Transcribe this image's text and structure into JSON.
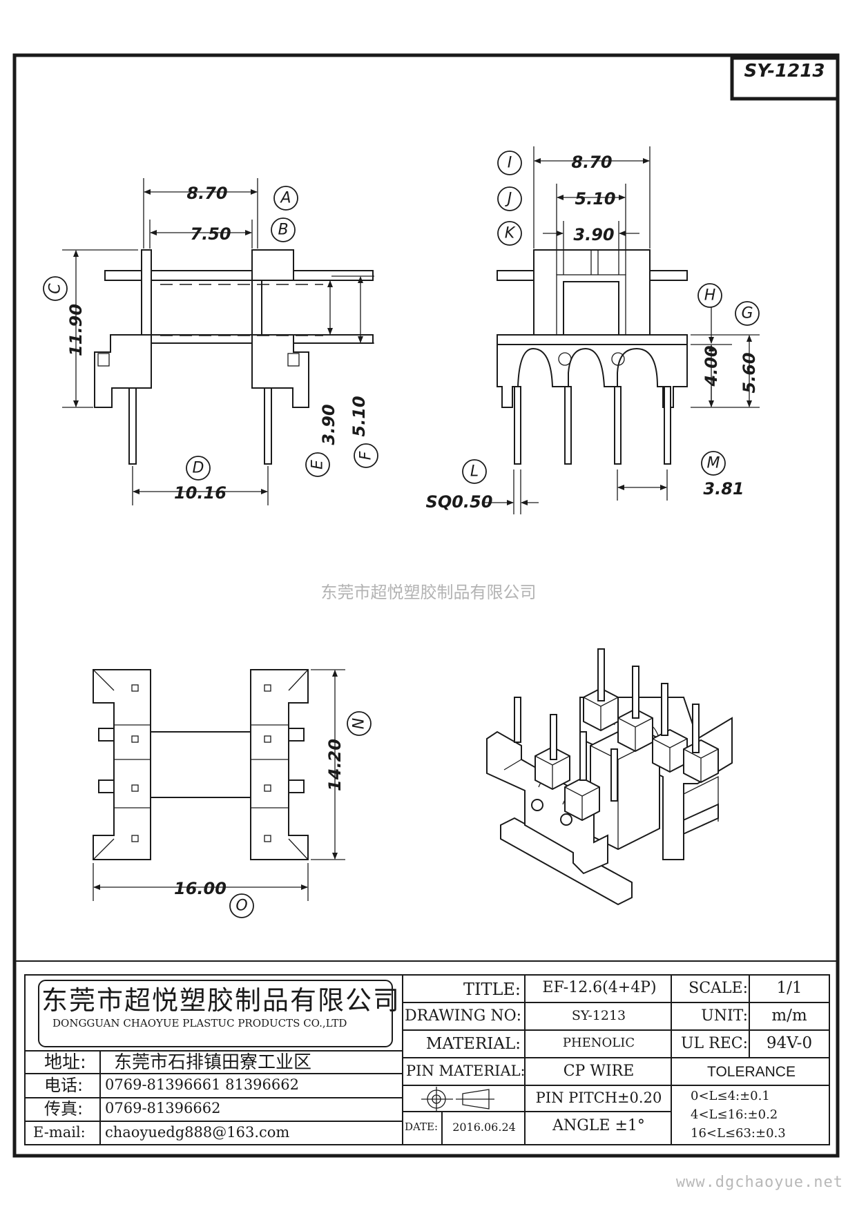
{
  "drawing_code": "SY-1213",
  "watermark": "东莞市超悦塑胶制品有限公司",
  "website": "www.dgchaoyue.net",
  "dimensions": {
    "side_outer_width": "8.70",
    "side_inner_width": "7.50",
    "side_height": "11.90",
    "side_pin_span": "10.16",
    "side_window_inner": "3.90",
    "side_window_outer": "5.10",
    "front_outer_width": "8.70",
    "front_mid_width": "5.10",
    "front_inner_width": "3.90",
    "front_base_h": "4.00",
    "front_base_total": "5.60",
    "pin_square": "SQ0.50",
    "pin_pitch": "3.81",
    "top_length": "14.20",
    "top_width": "16.00"
  },
  "callouts": {
    "A": "A",
    "B": "B",
    "C": "C",
    "D": "D",
    "E": "E",
    "F": "F",
    "G": "G",
    "H": "H",
    "I": "I",
    "J": "J",
    "K": "K",
    "L": "L",
    "M": "M",
    "N": "N",
    "O": "O"
  },
  "title_block": {
    "company_cn": "东莞市超悦塑胶制品有限公司",
    "company_en": "DONGGUAN CHAOYUE PLASTUC PRODUCTS CO.,LTD",
    "address_label": "地址:",
    "address_value": "东莞市石排镇田寮工业区",
    "phone_label": "电话:",
    "phone_value": "0769-81396661   81396662",
    "fax_label": "传真:",
    "fax_value": "0769-81396662",
    "email_label": "E-mail:",
    "email_value": "chaoyuedg888@163.com",
    "title_label": "TITLE:",
    "title_value": "EF-12.6(4+4P)",
    "drawing_no_label": "DRAWING NO:",
    "drawing_no_value": "SY-1213",
    "material_label": "MATERIAL:",
    "material_value": "PHENOLIC",
    "pin_material_label": "PIN MATERIAL:",
    "pin_material_value": "CP  WIRE",
    "pin_pitch_tol": "PIN PITCH±0.20",
    "angle_tol": "ANGLE  ±1°",
    "date_label": "DATE:",
    "date_value": "2016.06.24",
    "scale_label": "SCALE:",
    "scale_value": "1/1",
    "unit_label": "UNIT:",
    "unit_value": "m/m",
    "ul_label": "UL REC:",
    "ul_value": "94V-0",
    "tolerance_label": "TOLERANCE",
    "tol_1": "0<L≤4:±0.1",
    "tol_2": "4<L≤16:±0.2",
    "tol_3": "16<L≤63:±0.3"
  }
}
